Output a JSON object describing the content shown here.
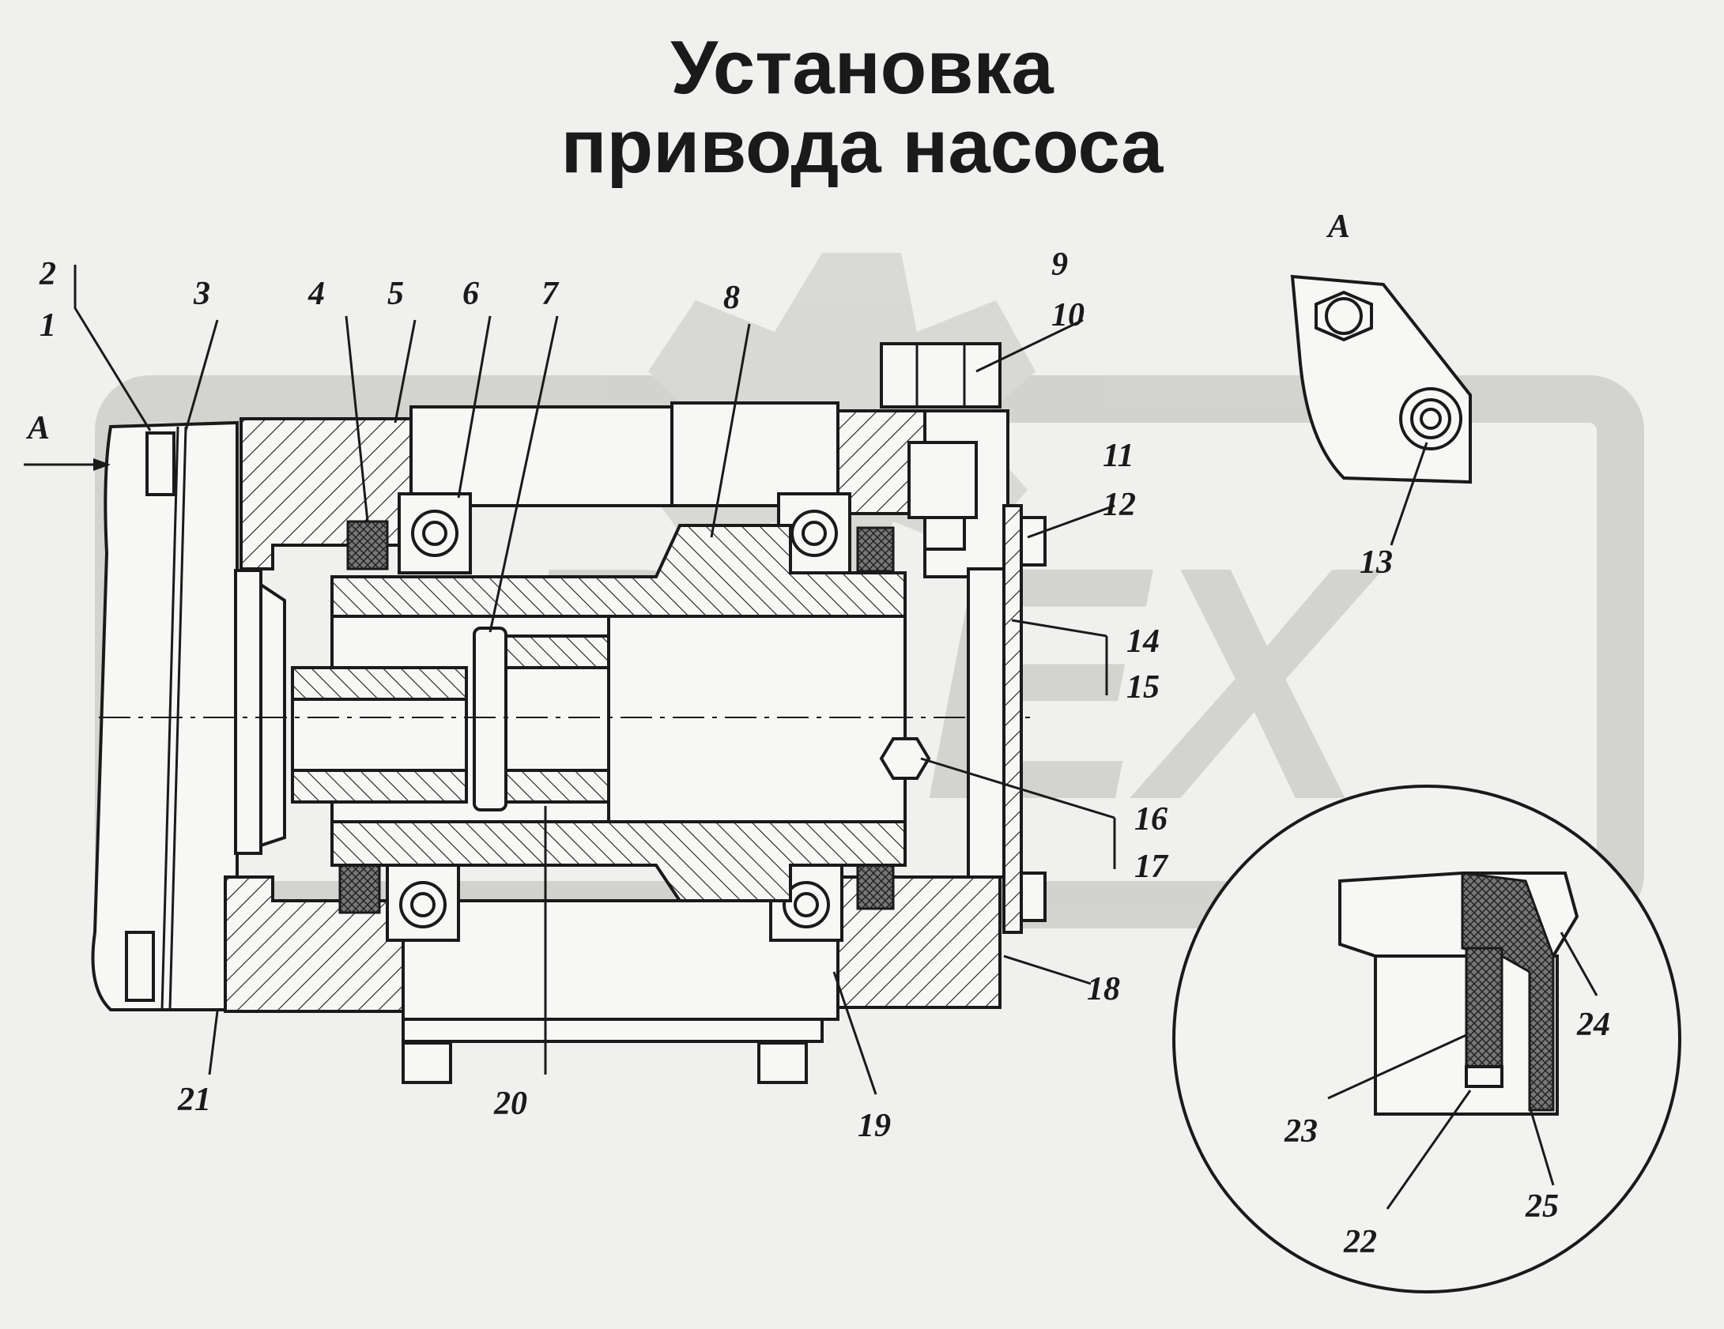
{
  "title": {
    "line1": "Установка",
    "line2": "привода насоса"
  },
  "view_marker": "A",
  "callouts": [
    "1",
    "2",
    "3",
    "4",
    "5",
    "6",
    "7",
    "8",
    "9",
    "10",
    "11",
    "12",
    "13",
    "14",
    "15",
    "16",
    "17",
    "18",
    "19",
    "20",
    "21",
    "22",
    "23",
    "24",
    "25"
  ],
  "watermark": "PLEX",
  "colors": {
    "background": "#f0f0ee",
    "ink": "#1a1a1a",
    "watermark": "#c9c9c6"
  }
}
